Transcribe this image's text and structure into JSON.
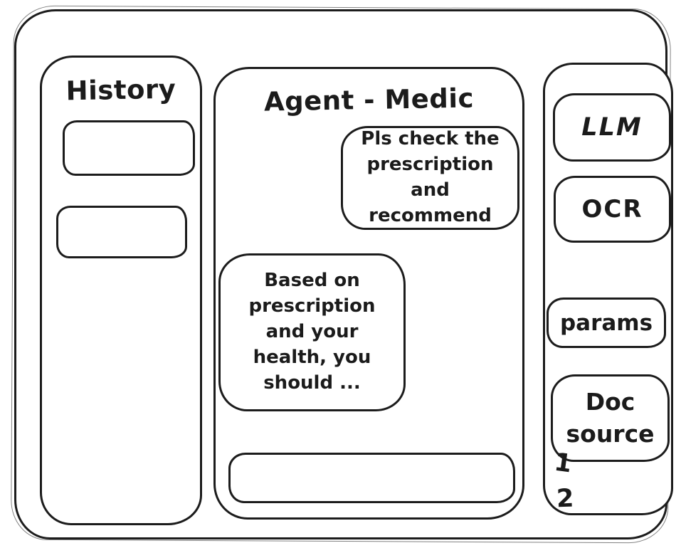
{
  "window": {
    "background": "#ffffff",
    "stroke_color": "#1c1c1c"
  },
  "history_panel": {
    "title": "History",
    "items": [
      {
        "label": ""
      },
      {
        "label": ""
      }
    ]
  },
  "chat_panel": {
    "title": "Agent - Medic",
    "messages": [
      {
        "role": "user",
        "text": "Pls check the prescription and recommend"
      },
      {
        "role": "assistant",
        "text": "Based on prescription and your health, you should ..."
      }
    ],
    "input": {
      "value": ""
    }
  },
  "tools_panel": {
    "buttons": [
      {
        "id": "llm",
        "label": "LLM"
      },
      {
        "id": "ocr",
        "label": "OCR"
      },
      {
        "id": "params",
        "label": "params"
      },
      {
        "id": "doc-source",
        "label": "Doc source"
      }
    ],
    "doc_source_items": [
      "1",
      "2"
    ]
  }
}
